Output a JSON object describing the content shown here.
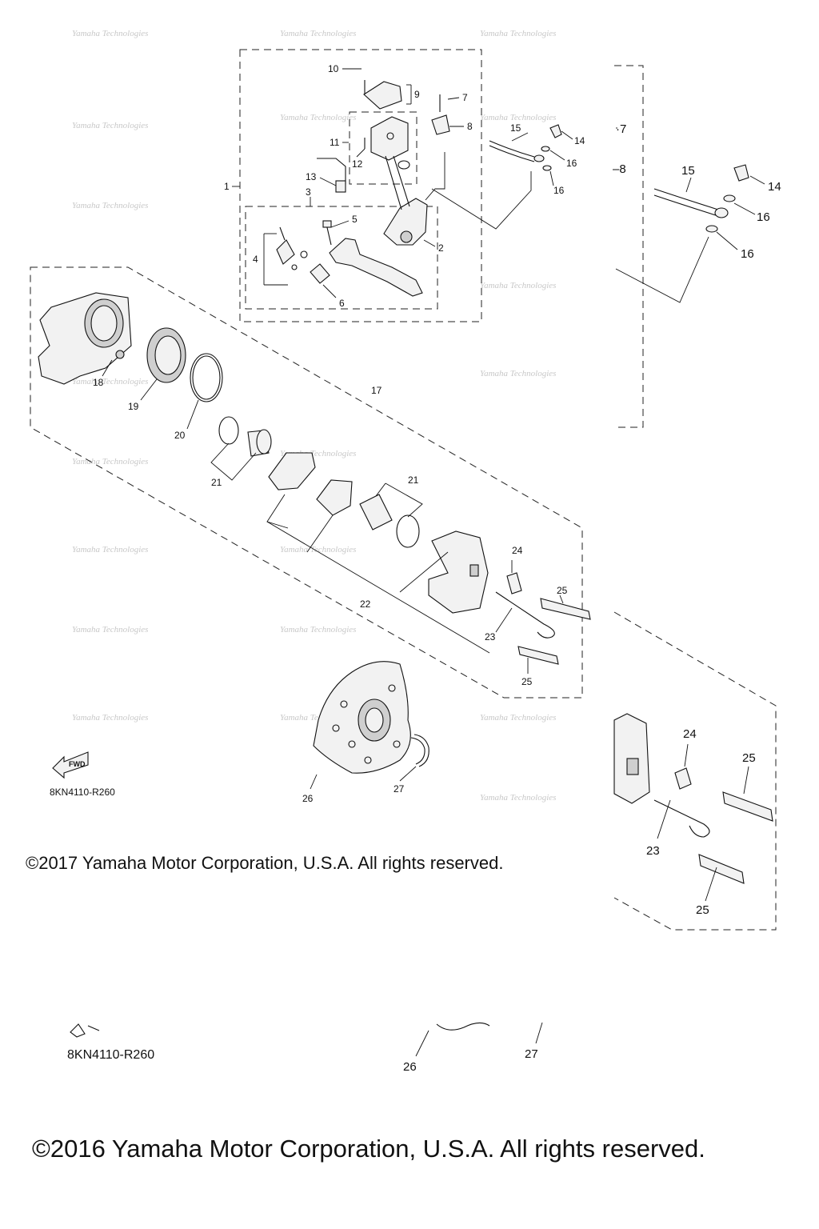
{
  "drawing_code": "8KN4110-R260",
  "drawing_code_repeat": "8KN4110-R260",
  "fwd_label": "FWD",
  "copyright_2017": "©2017 Yamaha Motor Corporation, U.S.A. All rights reserved.",
  "copyright_2016": "©2016 Yamaha Motor Corporation, U.S.A. All rights reserved.",
  "watermark": "Yamaha Technologies",
  "callouts": [
    "1",
    "2",
    "3",
    "4",
    "5",
    "6",
    "7",
    "8",
    "9",
    "10",
    "11",
    "12",
    "13",
    "14",
    "15",
    "16",
    "17",
    "18",
    "19",
    "20",
    "21",
    "22",
    "23",
    "24",
    "25",
    "26",
    "27"
  ],
  "detail_right_top": [
    "7",
    "8",
    "14",
    "15",
    "16"
  ],
  "detail_right_bottom": [
    "23",
    "24",
    "25"
  ],
  "detail_bottom": [
    "26",
    "27"
  ]
}
